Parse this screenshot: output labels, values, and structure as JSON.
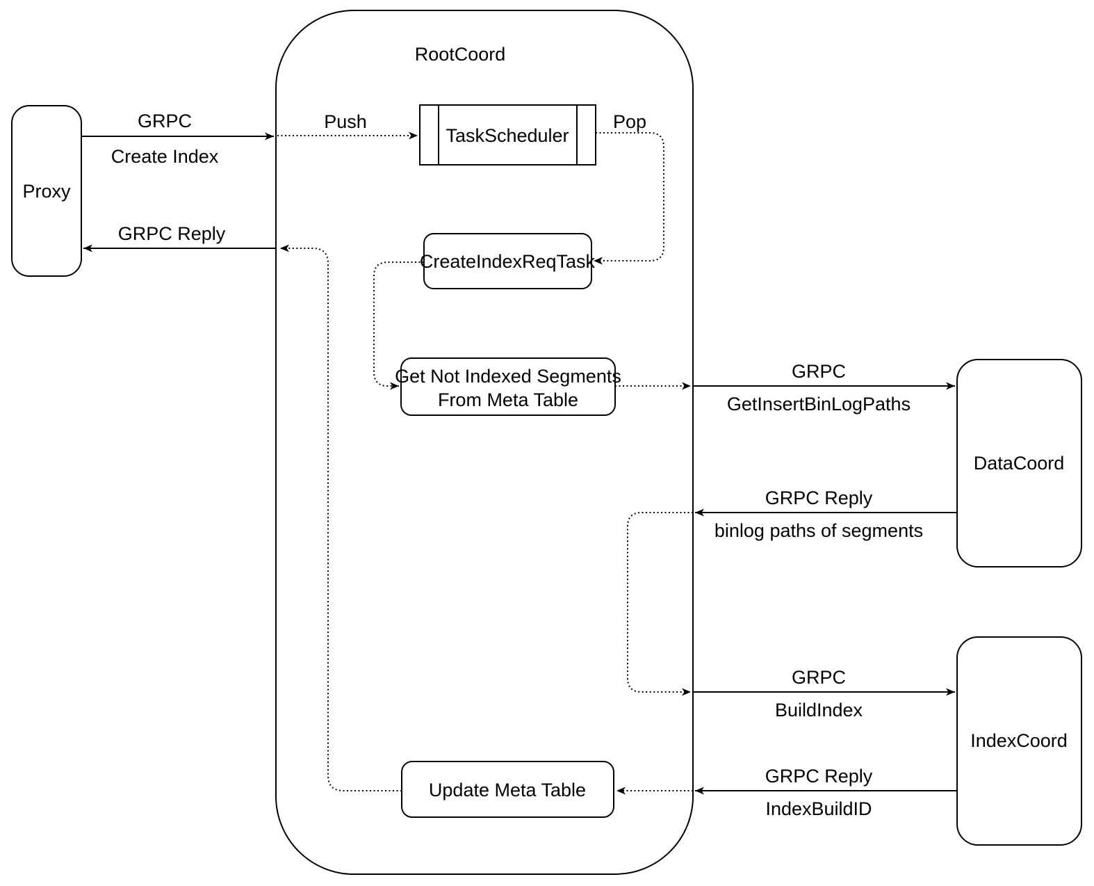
{
  "diagram": {
    "colors": {
      "stroke": "#000000",
      "text": "#000000",
      "node_fill": "#ffffff",
      "canvas": "#ffffff"
    },
    "nodes": {
      "proxy": {
        "label": "Proxy"
      },
      "rootcoord": {
        "label": "RootCoord"
      },
      "task_scheduler": {
        "label": "TaskScheduler"
      },
      "create_index_req_task": {
        "label": "CreateIndexReqTask"
      },
      "get_not_indexed": {
        "lines": [
          "Get Not Indexed Segments",
          "From Meta Table"
        ]
      },
      "update_meta_table": {
        "label": "Update Meta Table"
      },
      "datacoord": {
        "label": "DataCoord"
      },
      "indexcoord": {
        "label": "IndexCoord"
      }
    },
    "edges": {
      "grpc_create_index": {
        "labels": [
          "GRPC",
          "Create Index"
        ]
      },
      "push": {
        "label": "Push"
      },
      "pop": {
        "label": "Pop"
      },
      "grpc_reply_to_proxy": {
        "label": "GRPC Reply"
      },
      "grpc_get_insert_binlog_paths": {
        "labels": [
          "GRPC",
          "GetInsertBinLogPaths"
        ]
      },
      "grpc_reply_binlog_paths": {
        "labels": [
          "GRPC Reply",
          "binlog paths of segments"
        ]
      },
      "grpc_build_index": {
        "labels": [
          "GRPC",
          "BuildIndex"
        ]
      },
      "grpc_reply_index_build_id": {
        "labels": [
          "GRPC Reply",
          "IndexBuildID"
        ]
      }
    }
  }
}
